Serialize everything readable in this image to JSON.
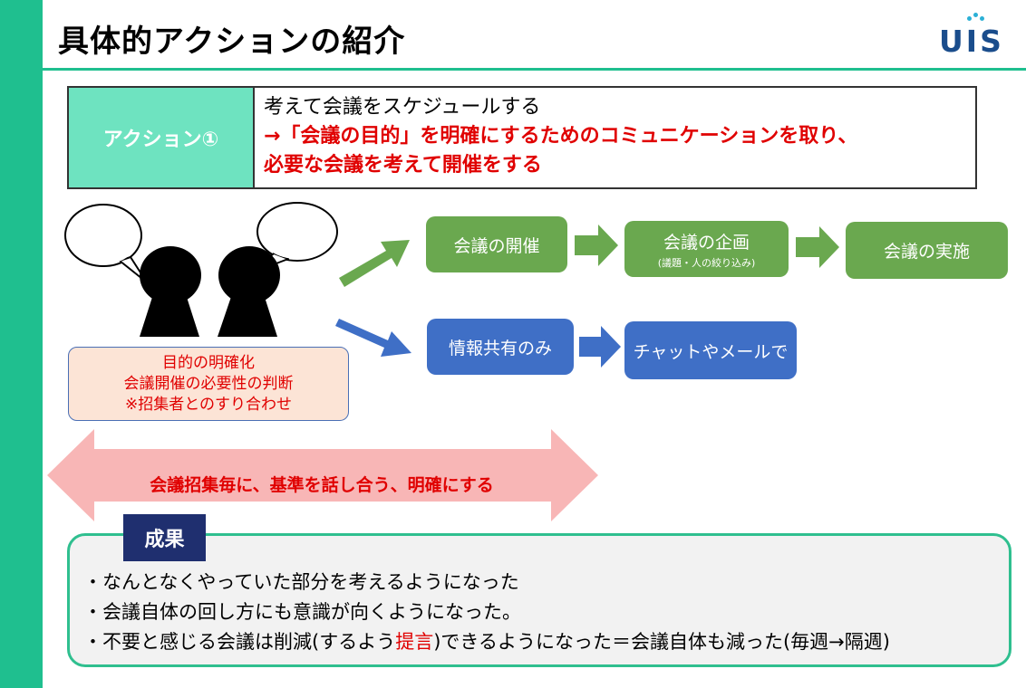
{
  "header": {
    "title": "具体的アクションの紹介",
    "logo_text": "UIS"
  },
  "action": {
    "label": "アクション①",
    "line1": "考えて会議をスケジュールする",
    "line2": "→「会議の目的」を明確にするためのコミュニケーションを取り、",
    "line3": "必要な会議を考えて開催をする"
  },
  "diagram": {
    "purpose_lines": [
      "目的の明確化",
      "会議開催の必要性の判断",
      "※招集者とのすり合わせ"
    ],
    "green_flow": [
      {
        "label": "会議の開催",
        "sub": ""
      },
      {
        "label": "会議の企画",
        "sub": "(議題・人の絞り込み)"
      },
      {
        "label": "会議の実施",
        "sub": ""
      }
    ],
    "blue_flow": [
      {
        "label": "情報共有のみ"
      },
      {
        "label": "チャットやメールで"
      }
    ],
    "banner_text": "会議招集毎に、基準を話し合う、明確にする"
  },
  "results": {
    "tag": "成果",
    "item1": "・なんとなくやっていた部分を考えるようになった",
    "item2": "・会議自体の回し方にも意識が向くようになった。",
    "item3_pre": "・不要と感じる会議は削減(するよう",
    "item3_red": "提言",
    "item3_post": ")できるようになった＝会議自体も減った(毎週→隔週)"
  },
  "colors": {
    "accent_green": "#1fbf8f",
    "action_label_bg": "#6ee3c0",
    "flow_green": "#6aa84f",
    "flow_blue": "#3f6fc6",
    "emphasis_red": "#e00000",
    "result_tag_bg": "#1f2f6f",
    "banner_pink": "#f8b6b6",
    "purpose_bg": "#fce4d6"
  }
}
